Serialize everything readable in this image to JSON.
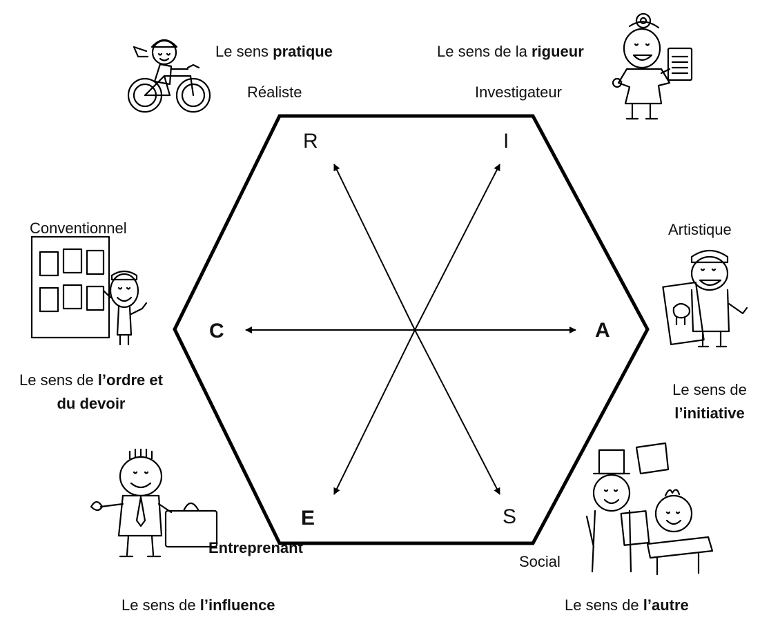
{
  "poles": {
    "R": {
      "letter": "R",
      "type": "Réaliste",
      "tagline_prefix": "Le sens ",
      "tagline_bold": "pratique",
      "icon": "cyclist-icon"
    },
    "I": {
      "letter": "I",
      "type": "Investigateur",
      "tagline_prefix": "Le sens de la ",
      "tagline_bold": "rigueur",
      "icon": "doctor-icon"
    },
    "A": {
      "letter": "A",
      "type": "Artistique",
      "tagline_prefix": "Le sens de",
      "tagline_bold": "l’initiative",
      "icon": "painter-icon"
    },
    "S": {
      "letter": "S",
      "type": "Social",
      "tagline_prefix": "Le sens de ",
      "tagline_bold": "l’autre",
      "icon": "teacher-icon"
    },
    "E": {
      "letter": "E",
      "type": "Entreprenant",
      "tagline_prefix": "Le sens de ",
      "tagline_bold": "l’influence",
      "icon": "businessman-icon"
    },
    "C": {
      "letter": "C",
      "type": "Conventionnel",
      "tagline_prefix": "Le sens de ",
      "tagline_bold_line1": "l’ordre et",
      "tagline_bold_line2": "du devoir",
      "icon": "filing-board-icon"
    }
  }
}
